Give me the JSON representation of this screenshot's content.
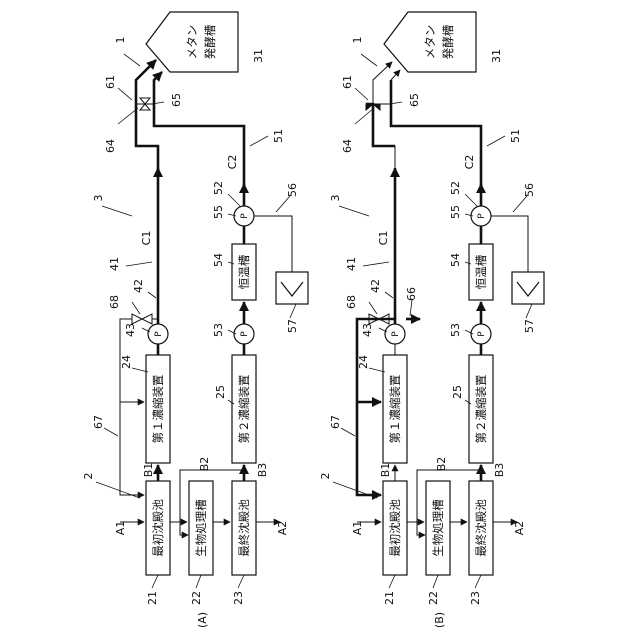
{
  "panels": [
    {
      "caption": "(A)",
      "labels": {
        "n1": "1",
        "n2": "2",
        "n3": "3",
        "n21": "21",
        "n22": "22",
        "n23": "23",
        "n24": "24",
        "n25": "25",
        "n31": "31",
        "n41": "41",
        "n42": "42",
        "n43": "43",
        "n51": "51",
        "n52": "52",
        "n53": "53",
        "n54": "54",
        "n55": "55",
        "n56": "56",
        "n57": "57",
        "n61": "61",
        "n64": "64",
        "n65": "65",
        "n67": "67",
        "n68": "68",
        "A1": "A1",
        "A2": "A2",
        "B1": "B1",
        "B2": "B2",
        "B3": "B3",
        "C1": "C1",
        "C2": "C2"
      },
      "boxes": {
        "primary_settling": "最初沈殿池",
        "biological": "生物処理槽",
        "final_settling": "最終沈殿池",
        "conc1": "第１濃縮装置",
        "conc2": "第２濃縮装置",
        "thermostat": "恒温槽",
        "methane_l1": "メタン",
        "methane_l2": "発酵槽"
      },
      "pump": "P"
    },
    {
      "caption": "(B)",
      "labels": {
        "n1": "1",
        "n2": "2",
        "n3": "3",
        "n21": "21",
        "n22": "22",
        "n23": "23",
        "n24": "24",
        "n25": "25",
        "n31": "31",
        "n41": "41",
        "n42": "42",
        "n43": "43",
        "n51": "51",
        "n52": "52",
        "n53": "53",
        "n54": "54",
        "n55": "55",
        "n56": "56",
        "n57": "57",
        "n61": "61",
        "n64": "64",
        "n65": "65",
        "n66": "66",
        "n67": "67",
        "n68": "68",
        "A1": "A1",
        "A2": "A2",
        "B1": "B1",
        "B2": "B2",
        "B3": "B3",
        "C1": "C1",
        "C2": "C2"
      },
      "boxes": {
        "primary_settling": "最初沈殿池",
        "biological": "生物処理槽",
        "final_settling": "最終沈殿池",
        "conc1": "第１濃縮装置",
        "conc2": "第２濃縮装置",
        "thermostat": "恒温槽",
        "methane_l1": "メタン",
        "methane_l2": "発酵槽"
      },
      "pump": "P"
    }
  ],
  "colors": {
    "ink": "#111111",
    "background": "#ffffff"
  }
}
